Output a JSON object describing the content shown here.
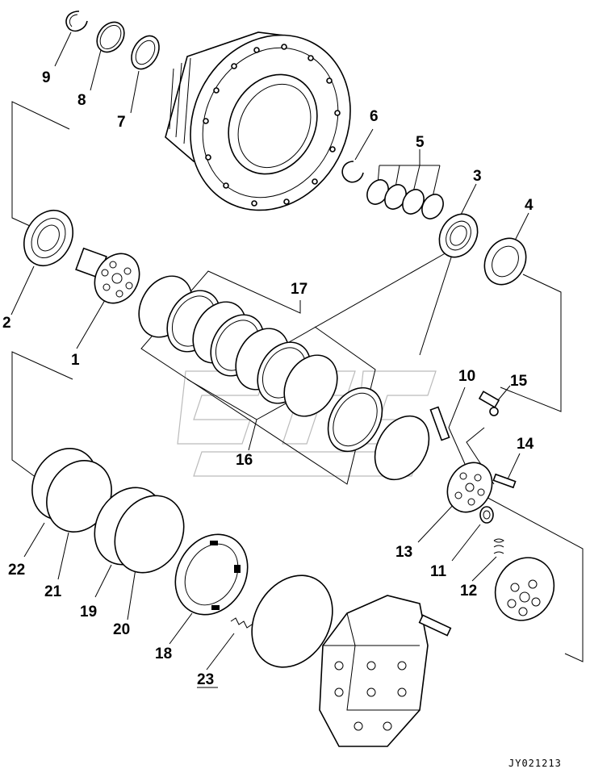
{
  "diagram": {
    "drawing_code": "JY021213",
    "callouts": {
      "c1": "1",
      "c2": "2",
      "c3": "3",
      "c4": "4",
      "c5": "5",
      "c6": "6",
      "c7": "7",
      "c8": "8",
      "c9": "9",
      "c10": "10",
      "c11": "11",
      "c12": "12",
      "c13": "13",
      "c14": "14",
      "c15": "15",
      "c16": "16",
      "c17": "17",
      "c18": "18",
      "c19": "19",
      "c20": "20",
      "c21": "21",
      "c22": "22",
      "c23": "23"
    }
  }
}
